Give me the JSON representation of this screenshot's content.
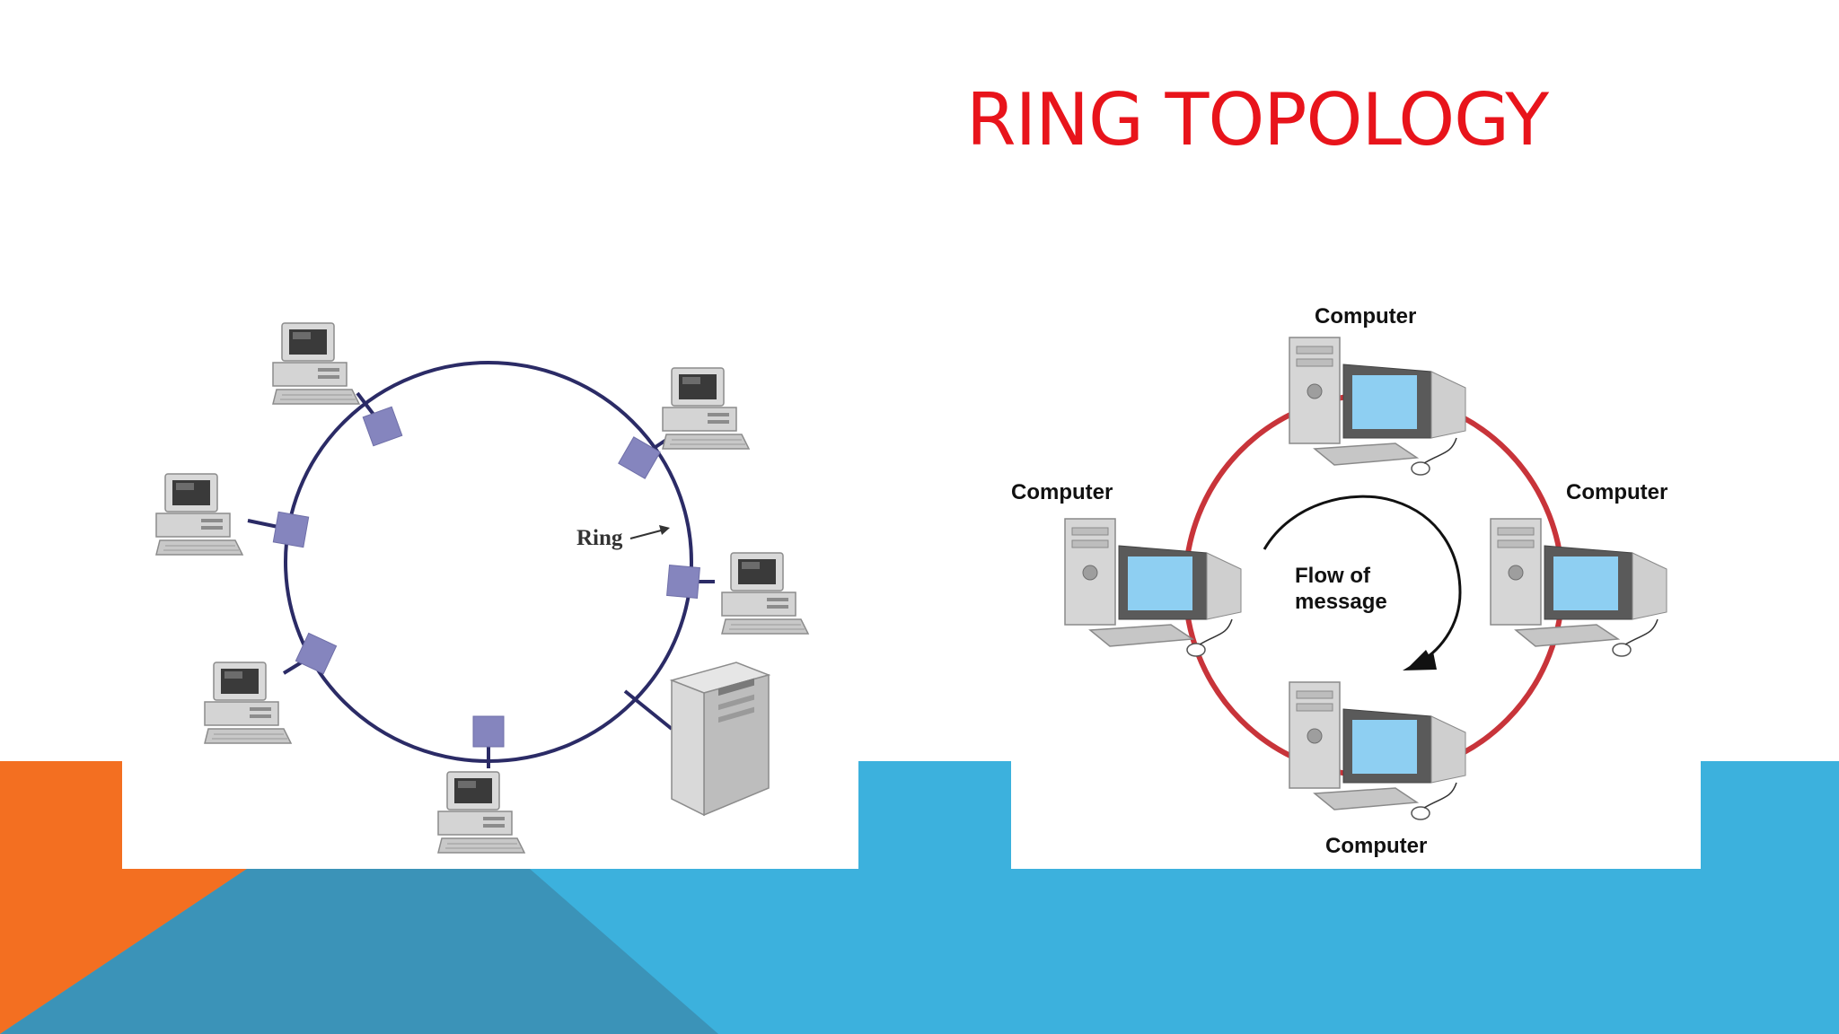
{
  "slide": {
    "title": "RING TOPOLOGY",
    "title_color": "#e8141b"
  },
  "theme": {
    "orange": "#f36f21",
    "blue_light": "#3cb1dd",
    "blue_dark": "#3b93b8"
  },
  "left_diagram": {
    "ring_label": "Ring",
    "ring_color": "#2b2b66",
    "connector_color": "#8585be",
    "node_icons": [
      "desktop-computer-icon",
      "server-tower-icon"
    ]
  },
  "right_diagram": {
    "ring_color": "#c8343a",
    "labels": {
      "top": "Computer",
      "left": "Computer",
      "right": "Computer",
      "bottom": "Computer"
    },
    "flow_line1": "Flow of",
    "flow_line2": "message"
  }
}
